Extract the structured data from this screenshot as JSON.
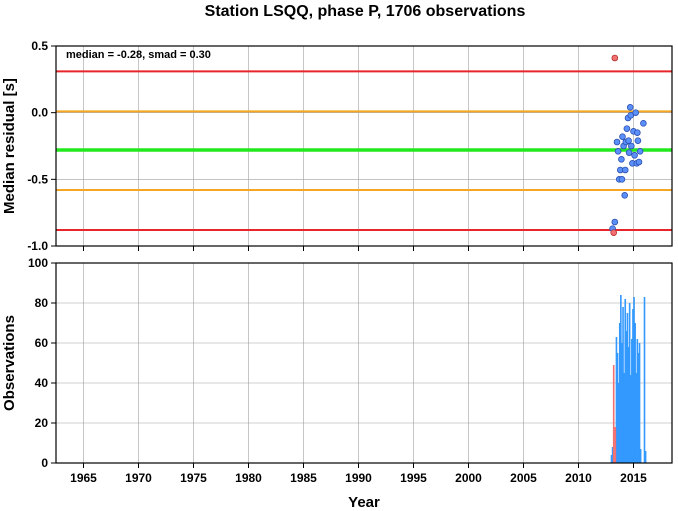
{
  "title": "Station LSQQ, phase P, 1706 observations",
  "chart_data": [
    {
      "type": "scatter",
      "ylabel": "Median residual [s]",
      "xlim": [
        1962.5,
        2018.5
      ],
      "ylim": [
        -1.0,
        0.5
      ],
      "x_ticks": [
        1965,
        1970,
        1975,
        1980,
        1985,
        1990,
        1995,
        2000,
        2005,
        2010,
        2015
      ],
      "y_ticks": [
        0.5,
        0.0,
        -0.5,
        -1.0
      ],
      "y_tick_labels": [
        "0.5",
        "0.0",
        "-0.5",
        "-1.0"
      ],
      "annotation": "median = -0.28, smad = 0.30",
      "grid": true,
      "reference_lines": [
        {
          "y": 0.31,
          "color": "#e8252a"
        },
        {
          "y": 0.01,
          "color": "#f5a623"
        },
        {
          "y": -0.28,
          "color": "#22e81e"
        },
        {
          "y": -0.58,
          "color": "#f5a623"
        },
        {
          "y": -0.88,
          "color": "#e8252a"
        }
      ],
      "points_blue_color": "#5b8ff9",
      "points_red_color": "#f27070",
      "points_blue": [
        [
          2013.1,
          -0.87
        ],
        [
          2013.3,
          -0.82
        ],
        [
          2013.5,
          -0.22
        ],
        [
          2013.6,
          -0.29
        ],
        [
          2013.7,
          -0.5
        ],
        [
          2013.8,
          -0.43
        ],
        [
          2013.9,
          -0.35
        ],
        [
          2013.95,
          -0.5
        ],
        [
          2014.0,
          -0.18
        ],
        [
          2014.1,
          -0.25
        ],
        [
          2014.2,
          -0.62
        ],
        [
          2014.25,
          -0.43
        ],
        [
          2014.3,
          -0.22
        ],
        [
          2014.4,
          -0.12
        ],
        [
          2014.5,
          -0.04
        ],
        [
          2014.55,
          -0.21
        ],
        [
          2014.6,
          -0.3
        ],
        [
          2014.7,
          0.04
        ],
        [
          2014.75,
          -0.02
        ],
        [
          2014.8,
          -0.25
        ],
        [
          2014.9,
          -0.38
        ],
        [
          2015.0,
          -0.14
        ],
        [
          2015.1,
          -0.32
        ],
        [
          2015.2,
          0.0
        ],
        [
          2015.3,
          -0.38
        ],
        [
          2015.35,
          -0.15
        ],
        [
          2015.4,
          -0.21
        ],
        [
          2015.5,
          -0.37
        ],
        [
          2015.6,
          -0.29
        ],
        [
          2015.9,
          -0.08
        ]
      ],
      "points_red": [
        [
          2013.3,
          0.41
        ],
        [
          2013.2,
          -0.9
        ]
      ]
    },
    {
      "type": "bar",
      "ylabel": "Observations",
      "xlabel": "Year",
      "xlim": [
        1962.5,
        2018.5
      ],
      "ylim": [
        0,
        100
      ],
      "x_ticks": [
        1965,
        1970,
        1975,
        1980,
        1985,
        1990,
        1995,
        2000,
        2005,
        2010,
        2015
      ],
      "y_ticks": [
        0,
        20,
        40,
        60,
        80,
        100
      ],
      "grid": true,
      "bar_color_blue": "#3399ff",
      "bar_color_red": "#f27070",
      "bars_red": [
        {
          "x": 2013.2,
          "value": 49
        },
        {
          "x": 2013.35,
          "value": 18
        }
      ],
      "bars_blue": [
        {
          "x": 2013.0,
          "value": 4
        },
        {
          "x": 2013.1,
          "value": 8
        },
        {
          "x": 2013.45,
          "value": 63
        },
        {
          "x": 2013.55,
          "value": 55
        },
        {
          "x": 2013.65,
          "value": 40
        },
        {
          "x": 2013.75,
          "value": 70
        },
        {
          "x": 2013.85,
          "value": 84
        },
        {
          "x": 2013.95,
          "value": 60
        },
        {
          "x": 2014.05,
          "value": 78
        },
        {
          "x": 2014.15,
          "value": 45
        },
        {
          "x": 2014.25,
          "value": 82
        },
        {
          "x": 2014.35,
          "value": 66
        },
        {
          "x": 2014.45,
          "value": 75
        },
        {
          "x": 2014.55,
          "value": 58
        },
        {
          "x": 2014.65,
          "value": 80
        },
        {
          "x": 2014.75,
          "value": 44
        },
        {
          "x": 2014.85,
          "value": 62
        },
        {
          "x": 2014.95,
          "value": 77
        },
        {
          "x": 2015.05,
          "value": 83
        },
        {
          "x": 2015.15,
          "value": 70
        },
        {
          "x": 2015.25,
          "value": 45
        },
        {
          "x": 2015.35,
          "value": 62
        },
        {
          "x": 2015.45,
          "value": 55
        },
        {
          "x": 2015.55,
          "value": 60
        },
        {
          "x": 2015.65,
          "value": 7
        },
        {
          "x": 2016.0,
          "value": 83
        },
        {
          "x": 2016.1,
          "value": 6
        }
      ]
    }
  ]
}
